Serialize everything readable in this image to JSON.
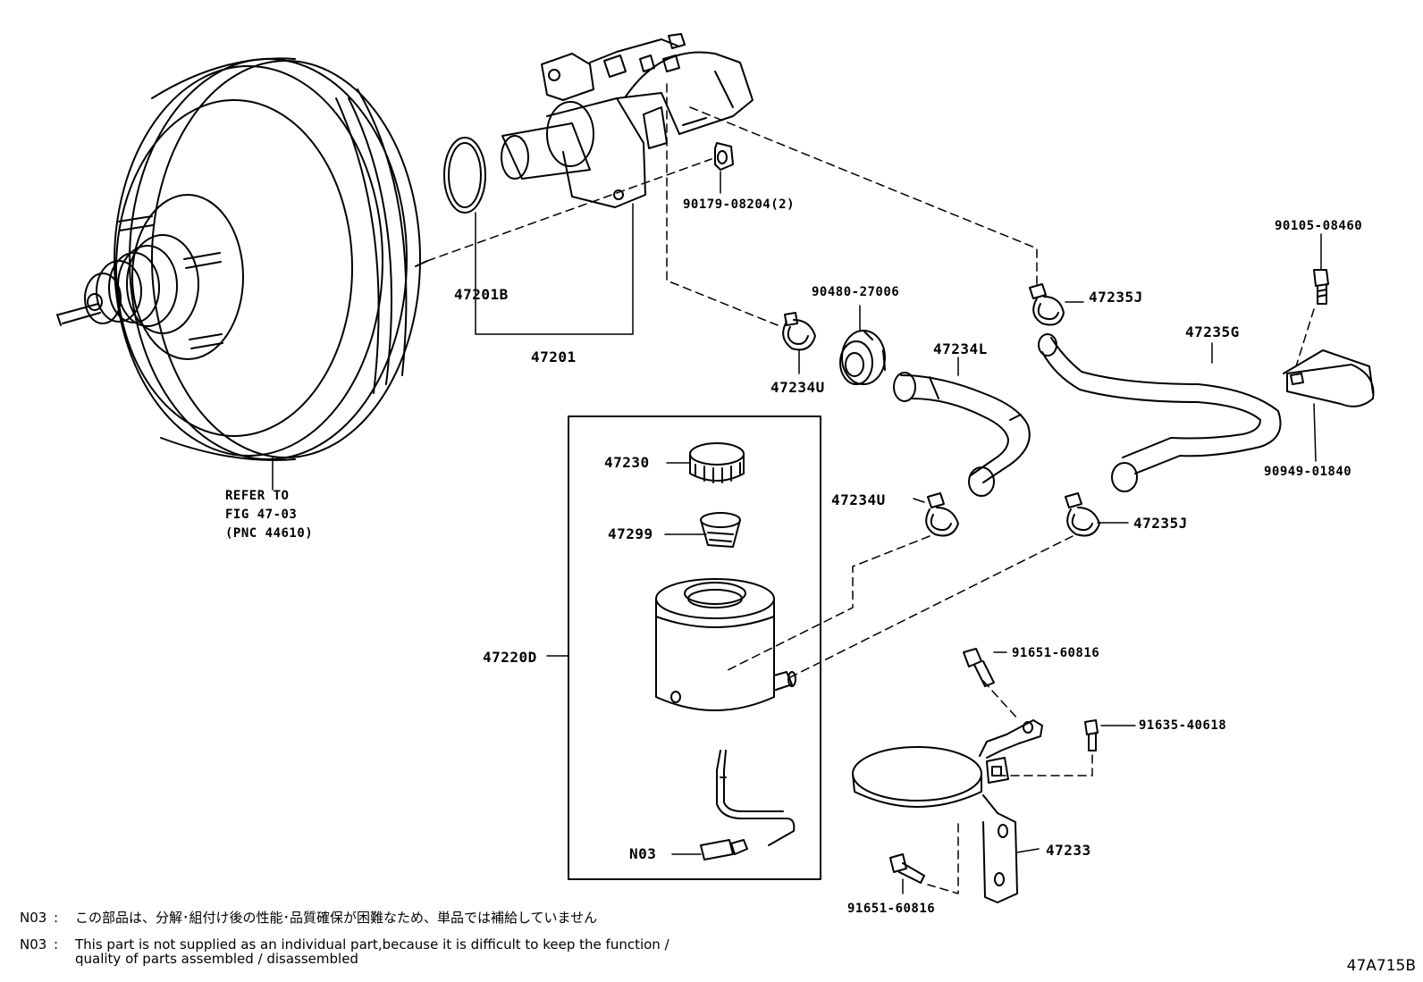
{
  "parts": {
    "p47201B": "47201B",
    "p47201": "47201",
    "p90179": "90179-08204(2)",
    "p90105": "90105-08460",
    "p90480": "90480-27006",
    "p47235J_top": "47235J",
    "p47234U_top": "47234U",
    "p47234L": "47234L",
    "p47235G": "47235G",
    "p90949": "90949-01840",
    "p47230": "47230",
    "p47299": "47299",
    "p47220D": "47220D",
    "p47234U_bot": "47234U",
    "p47235J_bot": "47235J",
    "p91651_top": "91651-60816",
    "p91635": "91635-40618",
    "p47233": "47233",
    "p91651_bot": "91651-60816",
    "pN03": "N03"
  },
  "refer": {
    "line1": "REFER TO",
    "line2": "FIG 47-03",
    "line3": "(PNC 44610)"
  },
  "notes": [
    {
      "tag": "N03",
      "colon": ":",
      "text": "この部品は、分解･組付け後の性能･品質確保が困難なため、単品では補給していません"
    },
    {
      "tag": "N03",
      "colon": ":",
      "text": "This part is not supplied as an individual part,because it is difficult to keep the function /\nquality of parts assembled / disassembled"
    }
  ],
  "figure_code": "47A715B"
}
